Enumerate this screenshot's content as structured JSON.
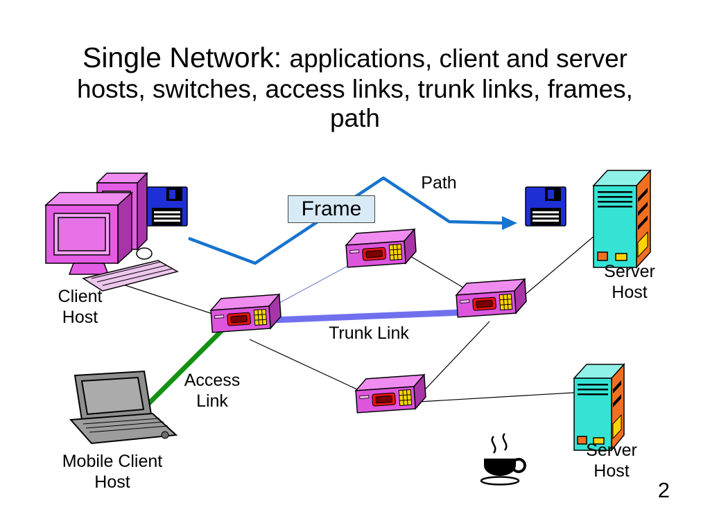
{
  "slide": {
    "title_prefix": "Single Network: ",
    "title_rest": "applications, client and server hosts, switches, access links, trunk links, frames, path",
    "page_number": "2"
  },
  "diagram": {
    "labels": {
      "client_host": "Client\nHost",
      "mobile_client_host": "Mobile Client\nHost",
      "access_link": "Access\nLink",
      "trunk_link": "Trunk Link",
      "frame": "Frame",
      "path": "Path",
      "server_host_top": "Server\nHost",
      "server_host_bottom": "Server\nHost"
    },
    "icons": {
      "floppy_left": "floppy-disk-icon",
      "floppy_right": "floppy-disk-icon",
      "coffee": "coffee-cup-icon",
      "switch_count": 4
    },
    "colors": {
      "path_line": "#1874CD",
      "trunk_link": "#7070EE",
      "access_link": "#129212",
      "switch_body": "#DD55DD",
      "frame_box_fill": "#D8EAF6",
      "floppy_disk": "#1E2FD6",
      "server_front": "#35E3D4",
      "server_side": "#F07020",
      "client_computer": "#E45CE4"
    }
  }
}
